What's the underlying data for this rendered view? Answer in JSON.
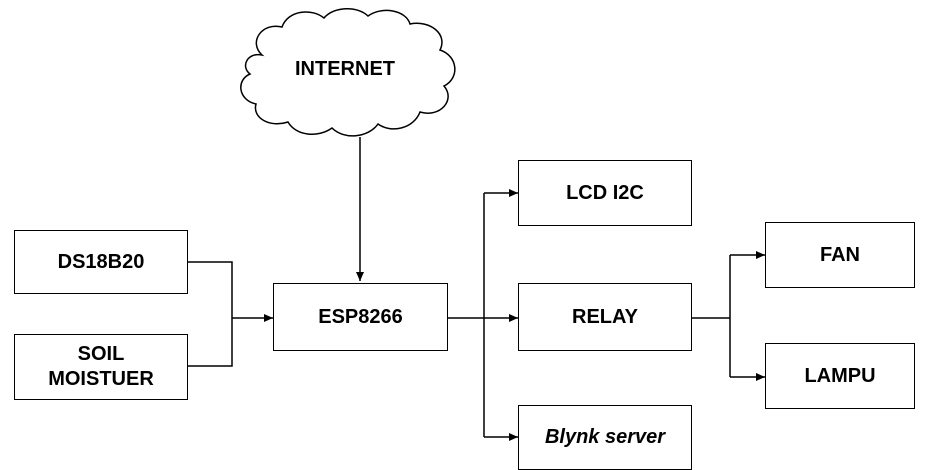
{
  "nodes": {
    "internet": "INTERNET",
    "ds18b20": "DS18B20",
    "soil_line1": "SOIL",
    "soil_line2": "MOISTUER",
    "esp8266": "ESP8266",
    "lcd": "LCD I2C",
    "relay": "RELAY",
    "blynk": "Blynk server",
    "fan": "FAN",
    "lampu": "LAMPU"
  },
  "colors": {
    "stroke": "#000000",
    "fill": "#ffffff"
  }
}
